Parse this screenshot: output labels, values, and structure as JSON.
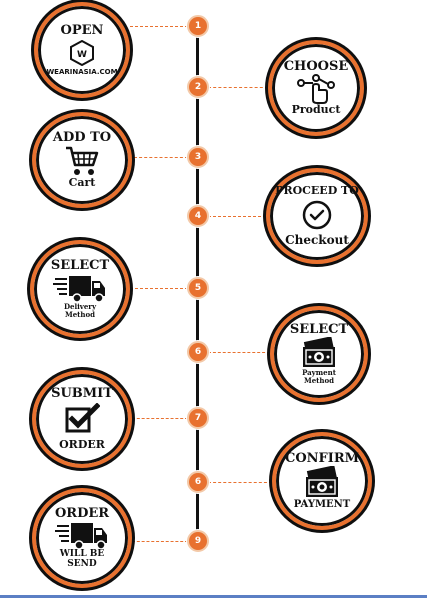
{
  "colors": {
    "accent": "#e8712f",
    "ring": "#0f0f0f",
    "line": "#111111",
    "rule": "#5b7fc4"
  },
  "steps": [
    {
      "badge": "1",
      "line1": "OPEN",
      "logo_letter": "W",
      "line2": "WEARINASIA.COM",
      "icon": "hexagon-logo-icon"
    },
    {
      "badge": "2",
      "line1": "CHOOSE",
      "line2": "Product",
      "icon": "hand-pointer-nodes-icon"
    },
    {
      "badge": "3",
      "line1": "ADD TO",
      "line2": "Cart",
      "icon": "shopping-cart-icon"
    },
    {
      "badge": "4",
      "line1": "PROCEED TO",
      "line2": "Checkout",
      "icon": "check-circle-icon"
    },
    {
      "badge": "5",
      "line1": "SELECT",
      "line2": "Delivery",
      "line3": "Method",
      "icon": "delivery-truck-icon"
    },
    {
      "badge": "6",
      "line1": "SELECT",
      "line2": "Payment",
      "line3": "Method",
      "icon": "cash-money-icon"
    },
    {
      "badge": "7",
      "line1": "SUBMIT",
      "line2": "ORDER",
      "icon": "checkbox-icon"
    },
    {
      "badge": "6",
      "line1": "CONFIRM",
      "line2": "PAYMENT",
      "icon": "cash-money-icon"
    },
    {
      "badge": "9",
      "line1": "ORDER",
      "line2": "WILL BE",
      "line3": "SEND",
      "icon": "delivery-truck-icon"
    }
  ]
}
